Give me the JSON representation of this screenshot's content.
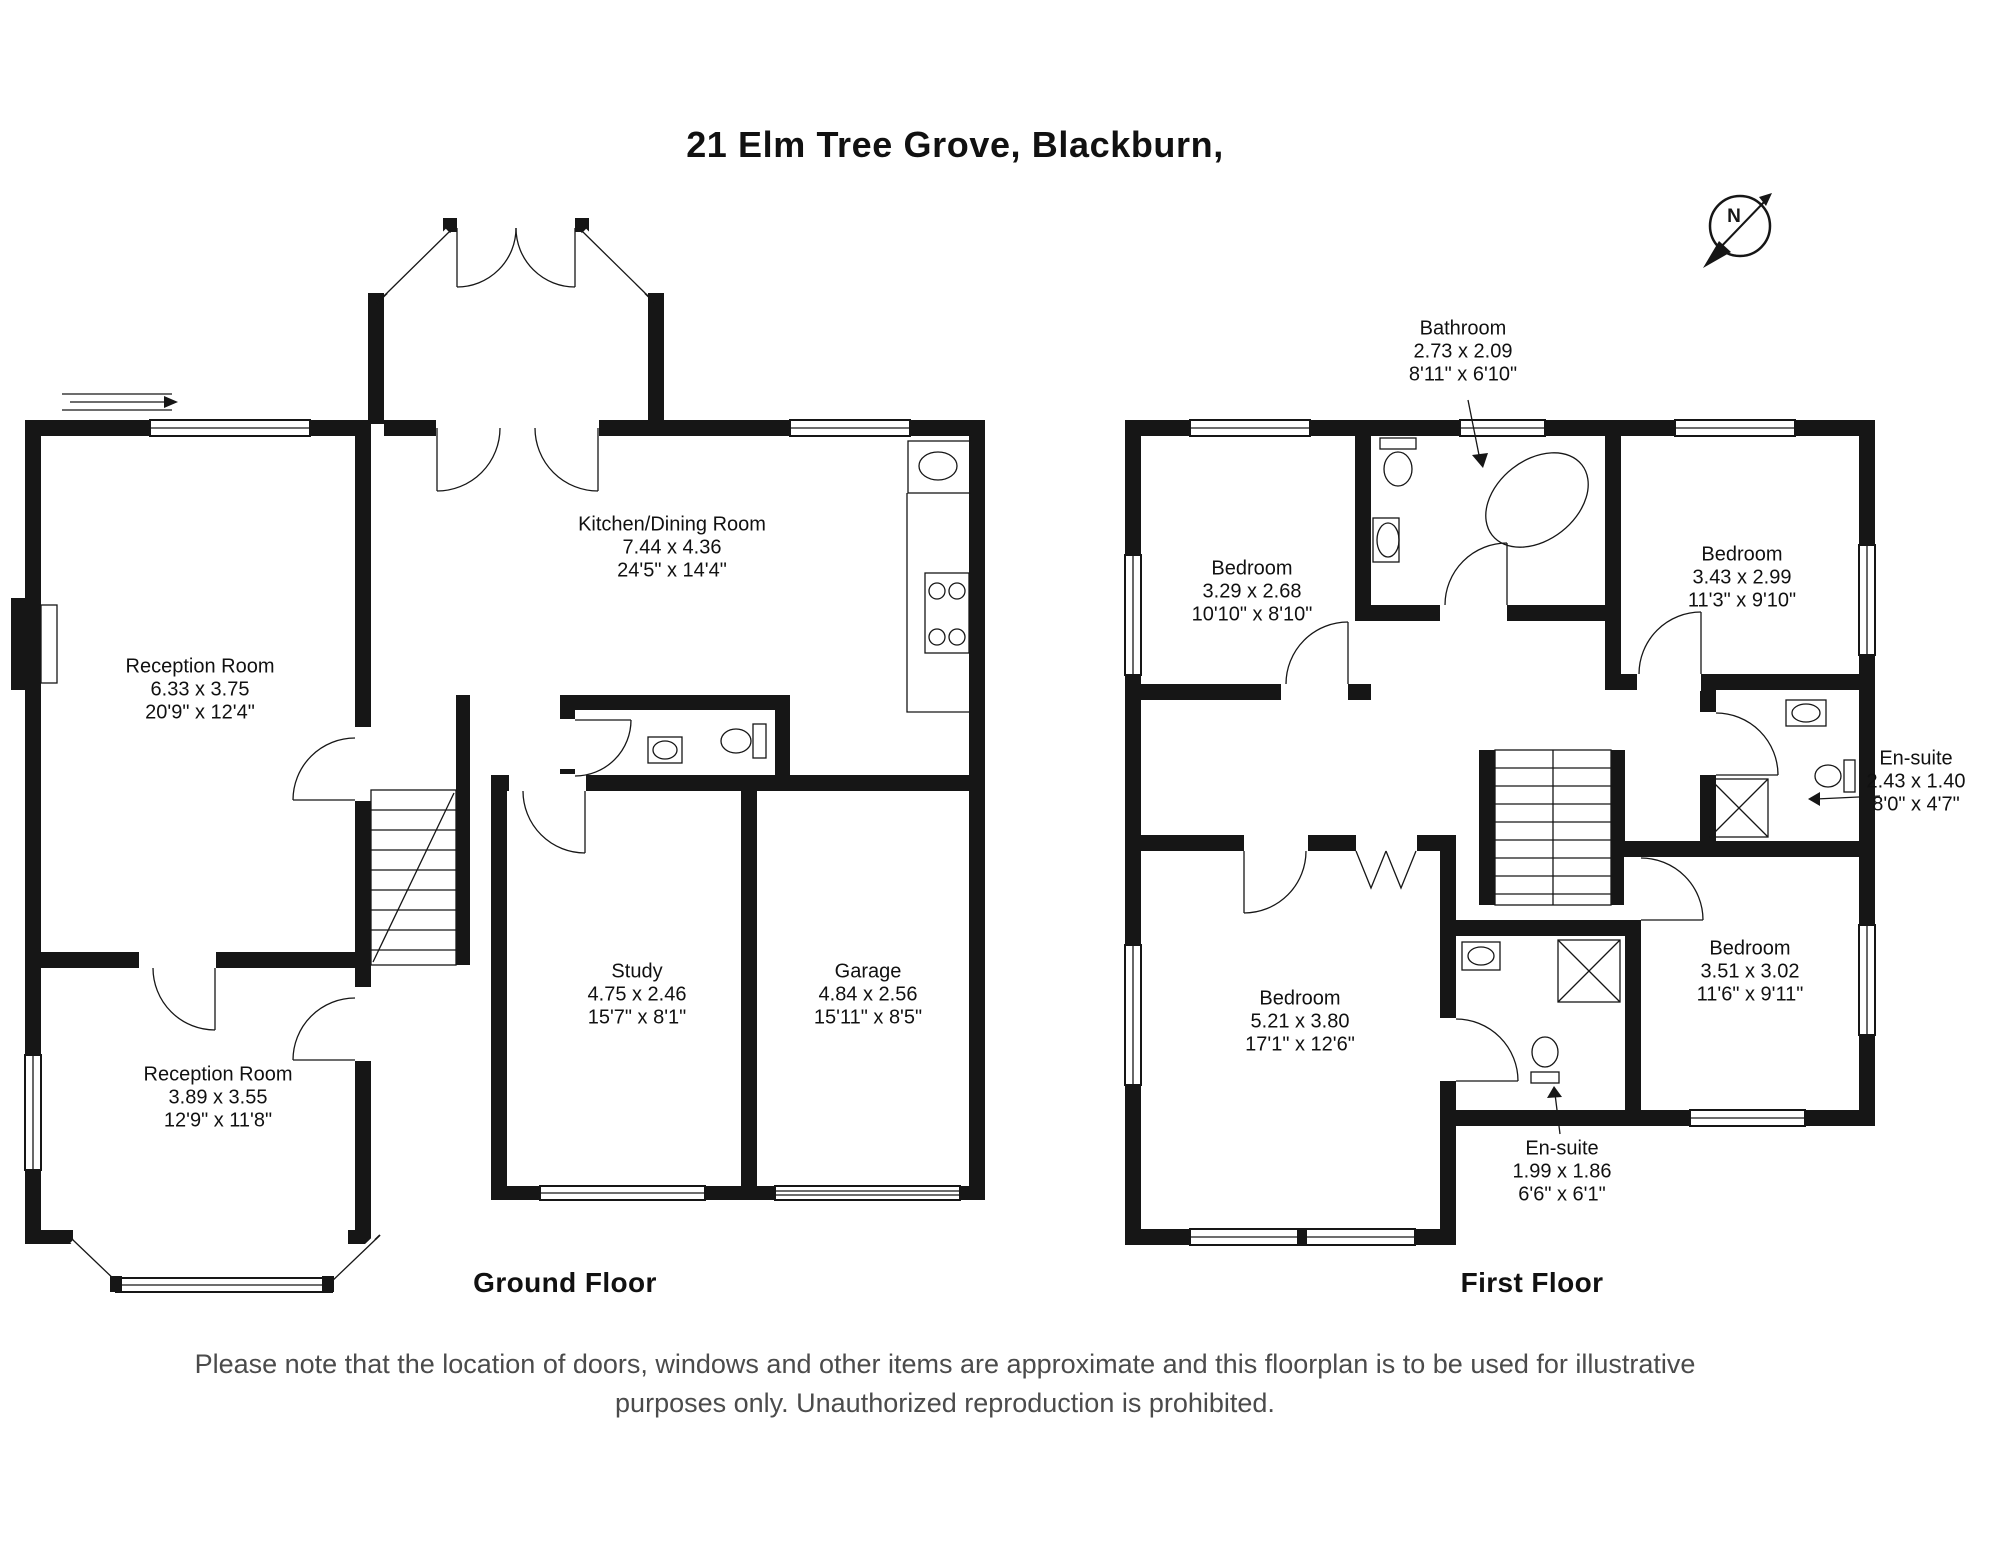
{
  "title": "21 Elm Tree Grove, Blackburn,",
  "compass": {
    "north_label": "N"
  },
  "ground_floor": {
    "caption": "Ground Floor",
    "rooms": {
      "kitchen": {
        "name": "Kitchen/Dining Room",
        "metric": "7.44 x 4.36",
        "imperial": "24'5\" x 14'4\""
      },
      "reception_1": {
        "name": "Reception Room",
        "metric": "6.33 x 3.75",
        "imperial": "20'9\" x 12'4\""
      },
      "reception_2": {
        "name": "Reception Room",
        "metric": "3.89 x 3.55",
        "imperial": "12'9\" x 11'8\""
      },
      "study": {
        "name": "Study",
        "metric": "4.75 x 2.46",
        "imperial": "15'7\" x 8'1\""
      },
      "garage": {
        "name": "Garage",
        "metric": "4.84 x 2.56",
        "imperial": "15'11\" x 8'5\""
      }
    }
  },
  "first_floor": {
    "caption": "First Floor",
    "rooms": {
      "bathroom": {
        "name": "Bathroom",
        "metric": "2.73 x 2.09",
        "imperial": "8'11\" x 6'10\""
      },
      "bedroom_top_left": {
        "name": "Bedroom",
        "metric": "3.29 x 2.68",
        "imperial": "10'10\" x 8'10\""
      },
      "bedroom_top_right": {
        "name": "Bedroom",
        "metric": "3.43 x 2.99",
        "imperial": "11'3\" x 9'10\""
      },
      "ensuite_right": {
        "name": "En-suite",
        "metric": "2.43 x 1.40",
        "imperial": "8'0\" x 4'7\""
      },
      "bedroom_bottom_left": {
        "name": "Bedroom",
        "metric": "5.21 x 3.80",
        "imperial": "17'1\" x 12'6\""
      },
      "bedroom_bottom_right": {
        "name": "Bedroom",
        "metric": "3.51 x 3.02",
        "imperial": "11'6\" x 9'11\""
      },
      "ensuite_bottom": {
        "name": "En-suite",
        "metric": "1.99 x 1.86",
        "imperial": "6'6\" x 6'1\""
      }
    }
  },
  "disclaimer": {
    "line1": "Please note that the location of doors, windows and other items are approximate and this floorplan is to be used for illustrative",
    "line2": "purposes only. Unauthorized reproduction is prohibited."
  }
}
